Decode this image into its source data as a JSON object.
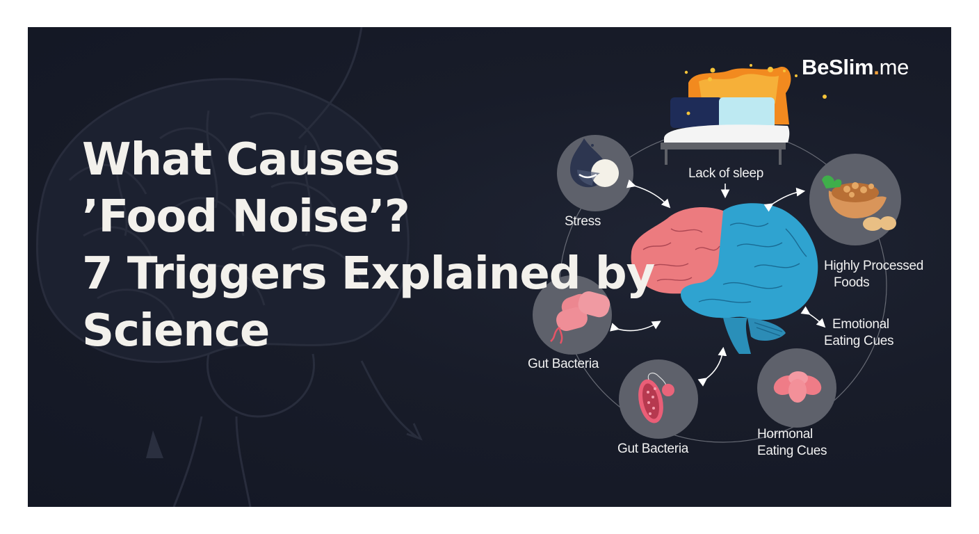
{
  "brand": {
    "name": "BeSlim",
    "dot": ".",
    "tld": "me",
    "accent": "#f3a23b"
  },
  "headline": {
    "lines": [
      "What Causes",
      "’Food Noise’?",
      "7 Triggers Explained by",
      "Science"
    ]
  },
  "diagram": {
    "center": "brain-icon",
    "center_colors": {
      "frontal": "#ec7b7f",
      "rest": "#2fa3d0"
    },
    "triggers": [
      {
        "label": "Lack of sleep",
        "icon": "bed-icon"
      },
      {
        "label": "Highly Processed Foods",
        "line1": "Highly Processed",
        "line2": "Foods",
        "icon": "nuts-bowl-icon"
      },
      {
        "label": "Emotional Eating Cues",
        "line1": "Emotional",
        "line2": "Eating Cues",
        "icon": "double-arrow-icon"
      },
      {
        "label": "Hormonal Eating Cues",
        "line1": "Hormonal",
        "line2": "Eating Cues",
        "icon": "gland-icon"
      },
      {
        "label": "Gut Bacteria",
        "icon": "bacterium-icon"
      },
      {
        "label": "Gut Bacteria",
        "icon": "gut-cells-icon"
      },
      {
        "label": "Stress",
        "icon": "moon-face-icon"
      }
    ]
  },
  "colors": {
    "background": "#171b27",
    "text": "#f3f1ec",
    "node": "#6b6e77"
  }
}
